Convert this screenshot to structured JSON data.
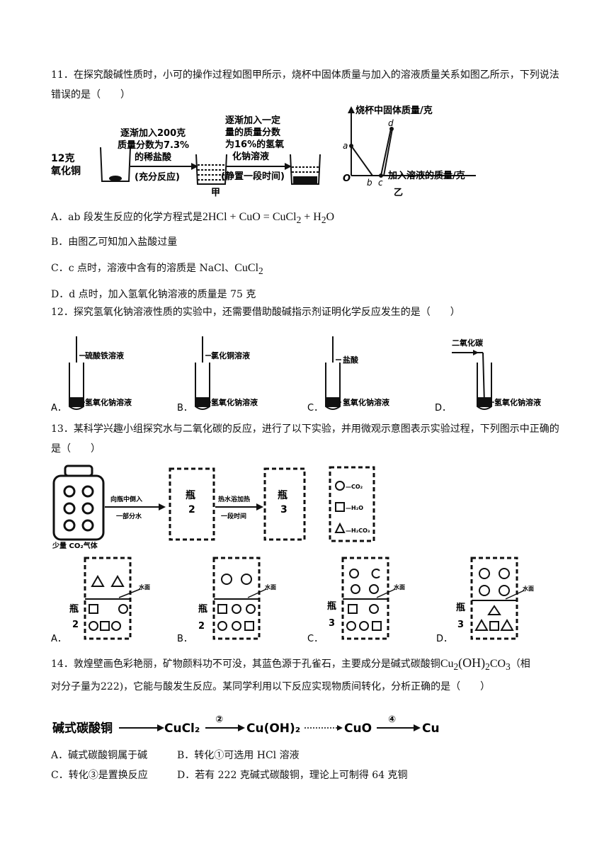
{
  "q11": {
    "stem": "11．在探究酸碱性质时，小可的操作过程如图甲所示，烧杯中固体质量与加入的溶液质量关系如图乙所示，下列说法错误的是（　　）",
    "fig_jia": {
      "start_label_1": "12克",
      "start_label_2": "氧化铜",
      "step1_1": "逐渐加入200克",
      "step1_2": "质量分数为7.3%",
      "step1_3": "的稀盐酸",
      "step1_4": "(充分反应)",
      "step2_1": "逐渐加入一定",
      "step2_2": "量的质量分数",
      "step2_3": "为16%的氢氧",
      "step2_4": "化钠溶液",
      "step2_5": "(静置一段时间)",
      "caption": "甲"
    },
    "fig_yi": {
      "ylabel": "烧杯中固体质量/克",
      "xlabel": "加入溶液的质量/克",
      "origin": "O",
      "pt_a": "a",
      "pt_b": "b",
      "pt_c": "c",
      "pt_d": "d",
      "caption": "乙"
    },
    "opt_a_pre": "A．ab 段发生反应的化学方程式是",
    "opt_a_eq": "2HCl + CuO = CuCl",
    "opt_a_sub2": "2",
    "opt_a_eq2": " + H",
    "opt_a_sub3": "2",
    "opt_a_eq3": "O",
    "opt_b": "B．由图乙可知加入盐酸过量",
    "opt_c_pre": "C．c 点时，溶液中含有的溶质是 NaCl、",
    "opt_c_chem": "CuCl",
    "opt_c_sub": "2",
    "opt_d": "D．d 点时，加入氢氧化钠溶液的质量是 75 克"
  },
  "q12": {
    "stem": "12．探究氢氧化钠溶液性质的实验中，还需要借助酸碱指示剂证明化学反应发生的是（　　）",
    "a_top": "硫酸铁溶液",
    "b_top": "氯化铜溶液",
    "c_top": "盐酸",
    "d_top": "二氧化碳",
    "bottom": "氢氧化钠溶液",
    "label_a": "A．",
    "label_b": "B．",
    "label_c": "C．",
    "label_d": "D．"
  },
  "q13": {
    "stem": "13．某科学兴趣小组探究水与二氧化碳的反应，进行了以下实验，并用微观示意图表示实验过程，下列图示中正确的是（　　）",
    "arrow1": "向瓶中倒入",
    "arrow1b": "一部分水",
    "arrow2": "热水浴加热",
    "arrow2b": "一段时间",
    "bottle_caption": "少量 CO₂气体",
    "box2_1": "瓶",
    "box2_2": "2",
    "box3_1": "瓶",
    "box3_2": "3",
    "legend_co2": "—CO₂",
    "legend_h2o": "—H₂O",
    "legend_h2co3": "—H₂CO₃",
    "water": "水面",
    "ping": "瓶",
    "n2": "2",
    "n3": "3",
    "label_a": "A．",
    "label_b": "B．",
    "label_c": "C．",
    "label_d": "D．"
  },
  "q14": {
    "stem_1": "14．敦煌壁画色彩艳丽，矿物颜料功不可没，其蓝色源于孔雀石，主要成分是碱式碳酸铜",
    "chem_cu": "Cu",
    "chem_sub2": "2",
    "chem_oh": "(OH)",
    "chem_sub2b": "2",
    "chem_co": "CO",
    "chem_sub3": "3",
    "stem_2": "（相",
    "stem_3": "对分子量为222)，它能与酸发生反应。某同学利用以下反应实现物质间转化，分析正确的是（　　）",
    "chain_1": "碱式碳酸铜",
    "chain_2": "CuCl₂",
    "chain_3": "Cu(OH)₂",
    "chain_4": "CuO",
    "chain_5": "Cu",
    "mark_2": "②",
    "mark_4": "④",
    "opt_a": "A．碱式碳酸铜属于碱",
    "opt_b": "B．转化①可选用 HCl 溶液",
    "opt_c": "C．转化③是置换反应",
    "opt_d": "D．若有 222 克碱式碳酸铜，理论上可制得 64 克铜"
  }
}
